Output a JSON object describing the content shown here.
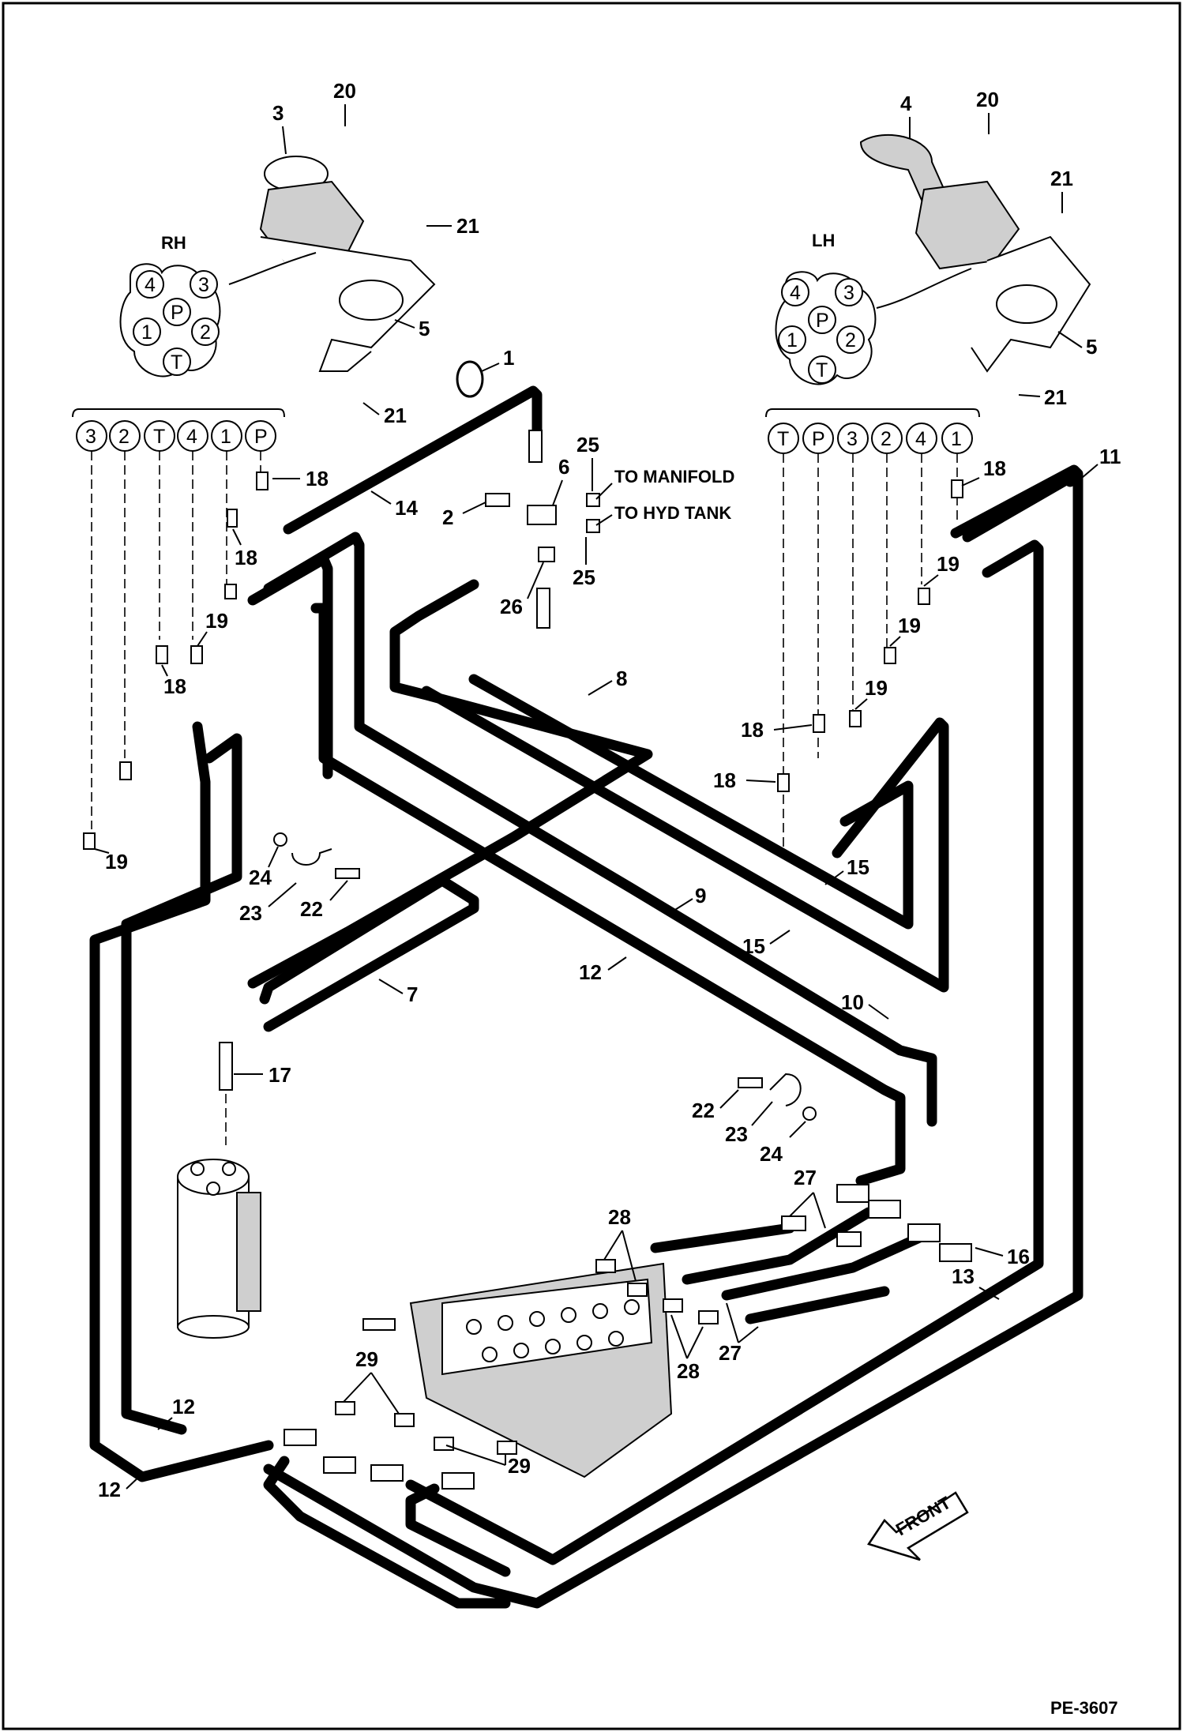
{
  "labels": {
    "rh": "RH",
    "lh": "LH",
    "to_manifold": "TO MANIFOLD",
    "to_hyd_tank": "TO HYD TANK",
    "front": "FRONT",
    "code": "PE-3607"
  },
  "port_circle_labels": [
    "4",
    "3",
    "P",
    "1",
    "2",
    "T"
  ],
  "rh_ports": [
    "3",
    "2",
    "T",
    "4",
    "1",
    "P"
  ],
  "lh_ports": [
    "T",
    "P",
    "3",
    "2",
    "4",
    "1"
  ],
  "callouts": {
    "c1": "1",
    "c2": "2",
    "c3": "3",
    "c4": "4",
    "c5a": "5",
    "c5b": "5",
    "c6": "6",
    "c7": "7",
    "c8": "8",
    "c9": "9",
    "c10": "10",
    "c11": "11",
    "c12a": "12",
    "c12b": "12",
    "c12c": "12",
    "c13": "13",
    "c14": "14",
    "c15a": "15",
    "c15b": "15",
    "c16": "16",
    "c17": "17",
    "c18a": "18",
    "c18b": "18",
    "c18c": "18",
    "c18d": "18",
    "c18e": "18",
    "c18f": "18",
    "c19a": "19",
    "c19b": "19",
    "c19c": "19",
    "c19d": "19",
    "c19e": "19",
    "c20a": "20",
    "c20b": "20",
    "c21a": "21",
    "c21b": "21",
    "c21c": "21",
    "c21d": "21",
    "c22a": "22",
    "c22b": "22",
    "c23a": "23",
    "c23b": "23",
    "c24a": "24",
    "c24b": "24",
    "c25a": "25",
    "c25b": "25",
    "c26": "26",
    "c27a": "27",
    "c27b": "27",
    "c28a": "28",
    "c28b": "28",
    "c29a": "29",
    "c29b": "29"
  }
}
